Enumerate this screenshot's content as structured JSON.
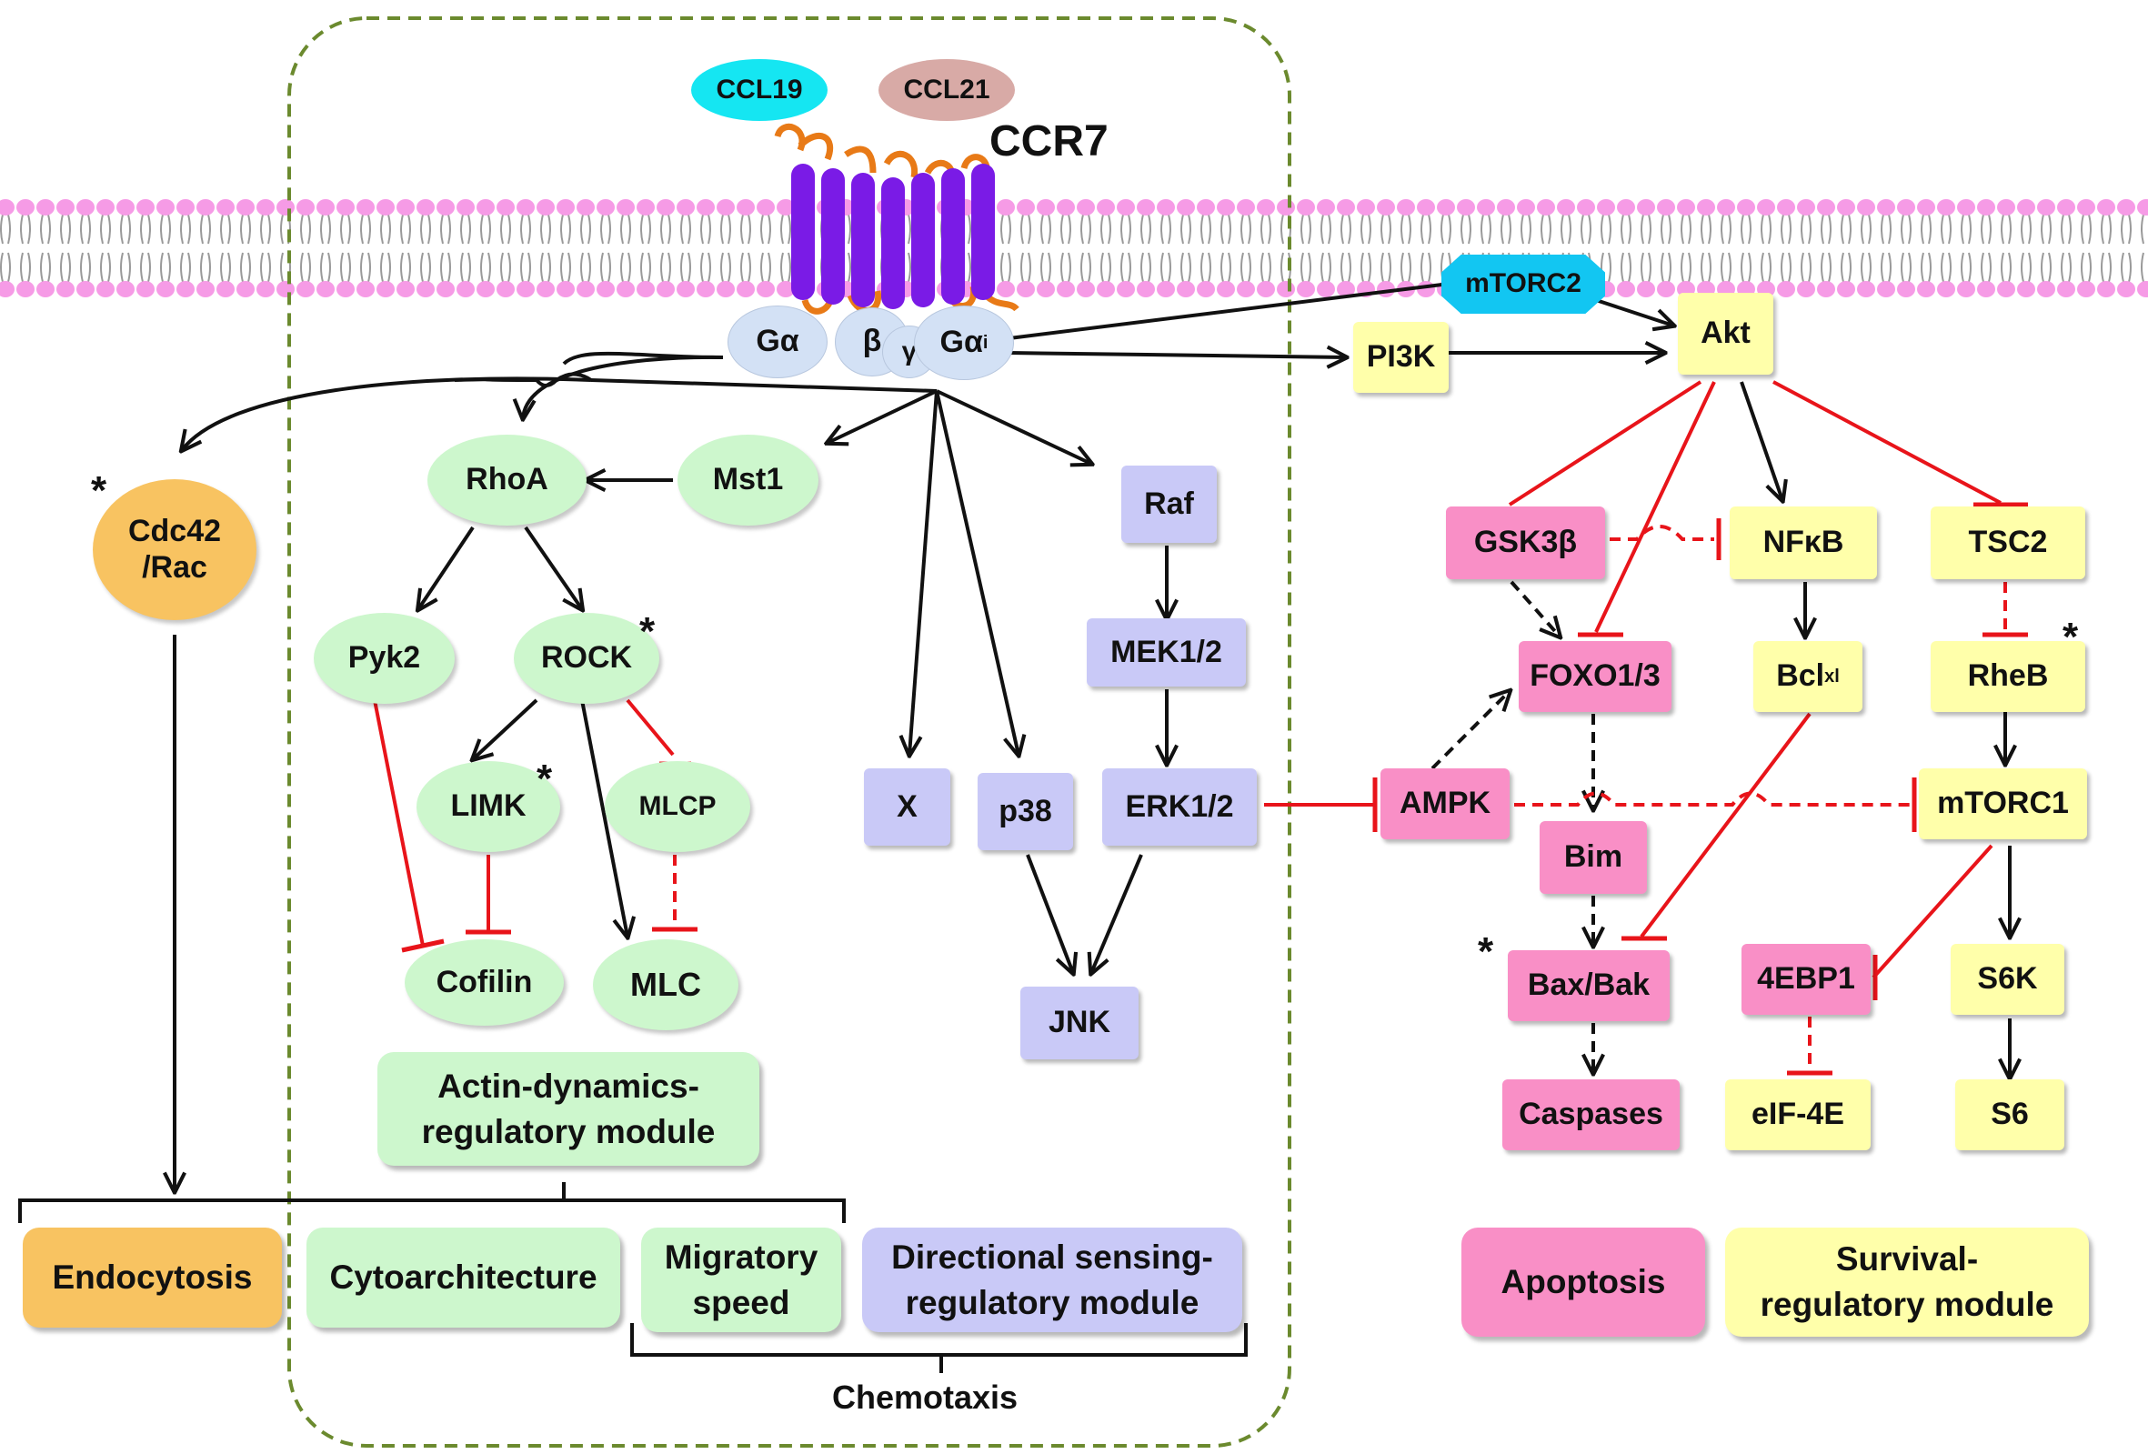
{
  "ligands": {
    "ccl19": "CCL19",
    "ccl21": "CCL21"
  },
  "receptor": "CCR7",
  "gprotein": {
    "galpha": "Gα",
    "beta": "β",
    "gamma": "γ",
    "galpha_i": "Gα",
    "galpha_i_sub": "i"
  },
  "nodes": {
    "cdc42": "Cdc42\n/Rac",
    "rhoa": "RhoA",
    "mst1": "Mst1",
    "pyk2": "Pyk2",
    "rock": "ROCK",
    "limk": "LIMK",
    "mlcp": "MLCP",
    "cofilin": "Cofilin",
    "mlc": "MLC",
    "raf": "Raf",
    "mek": "MEK1/2",
    "erk": "ERK1/2",
    "x": "X",
    "p38": "p38",
    "jnk": "JNK",
    "mtorc2": "mTORC2",
    "pi3k": "PI3K",
    "akt": "Akt",
    "gsk3b": "GSK3β",
    "nfkb": "NFκB",
    "tsc2": "TSC2",
    "foxo": "FOXO1/3",
    "bcl": "Bcl",
    "bcl_sub": "xl",
    "rheb": "RheB",
    "ampk": "AMPK",
    "mtorc1": "mTORC1",
    "bim": "Bim",
    "baxbak": "Bax/Bak",
    "ebp1": "4EBP1",
    "s6k": "S6K",
    "caspases": "Caspases",
    "eif4e": "eIF-4E",
    "s6": "S6"
  },
  "modules": {
    "actin": "Actin-dynamics-\nregulatory module",
    "endocytosis": "Endocytosis",
    "cytoarchitecture": "Cytoarchitecture",
    "migratory": "Migratory\nspeed",
    "directional": "Directional sensing-\nregulatory module",
    "apoptosis": "Apoptosis",
    "survival": "Survival-\nregulatory module",
    "chemotaxis": "Chemotaxis"
  },
  "star": "*",
  "colors": {
    "membrane_head": "#f69be6",
    "receptor": "#7a1be6",
    "loop": "#e87a17",
    "arrow": "#111111",
    "inhibit": "#e8141a",
    "cell_border": "#6b8a2e"
  }
}
